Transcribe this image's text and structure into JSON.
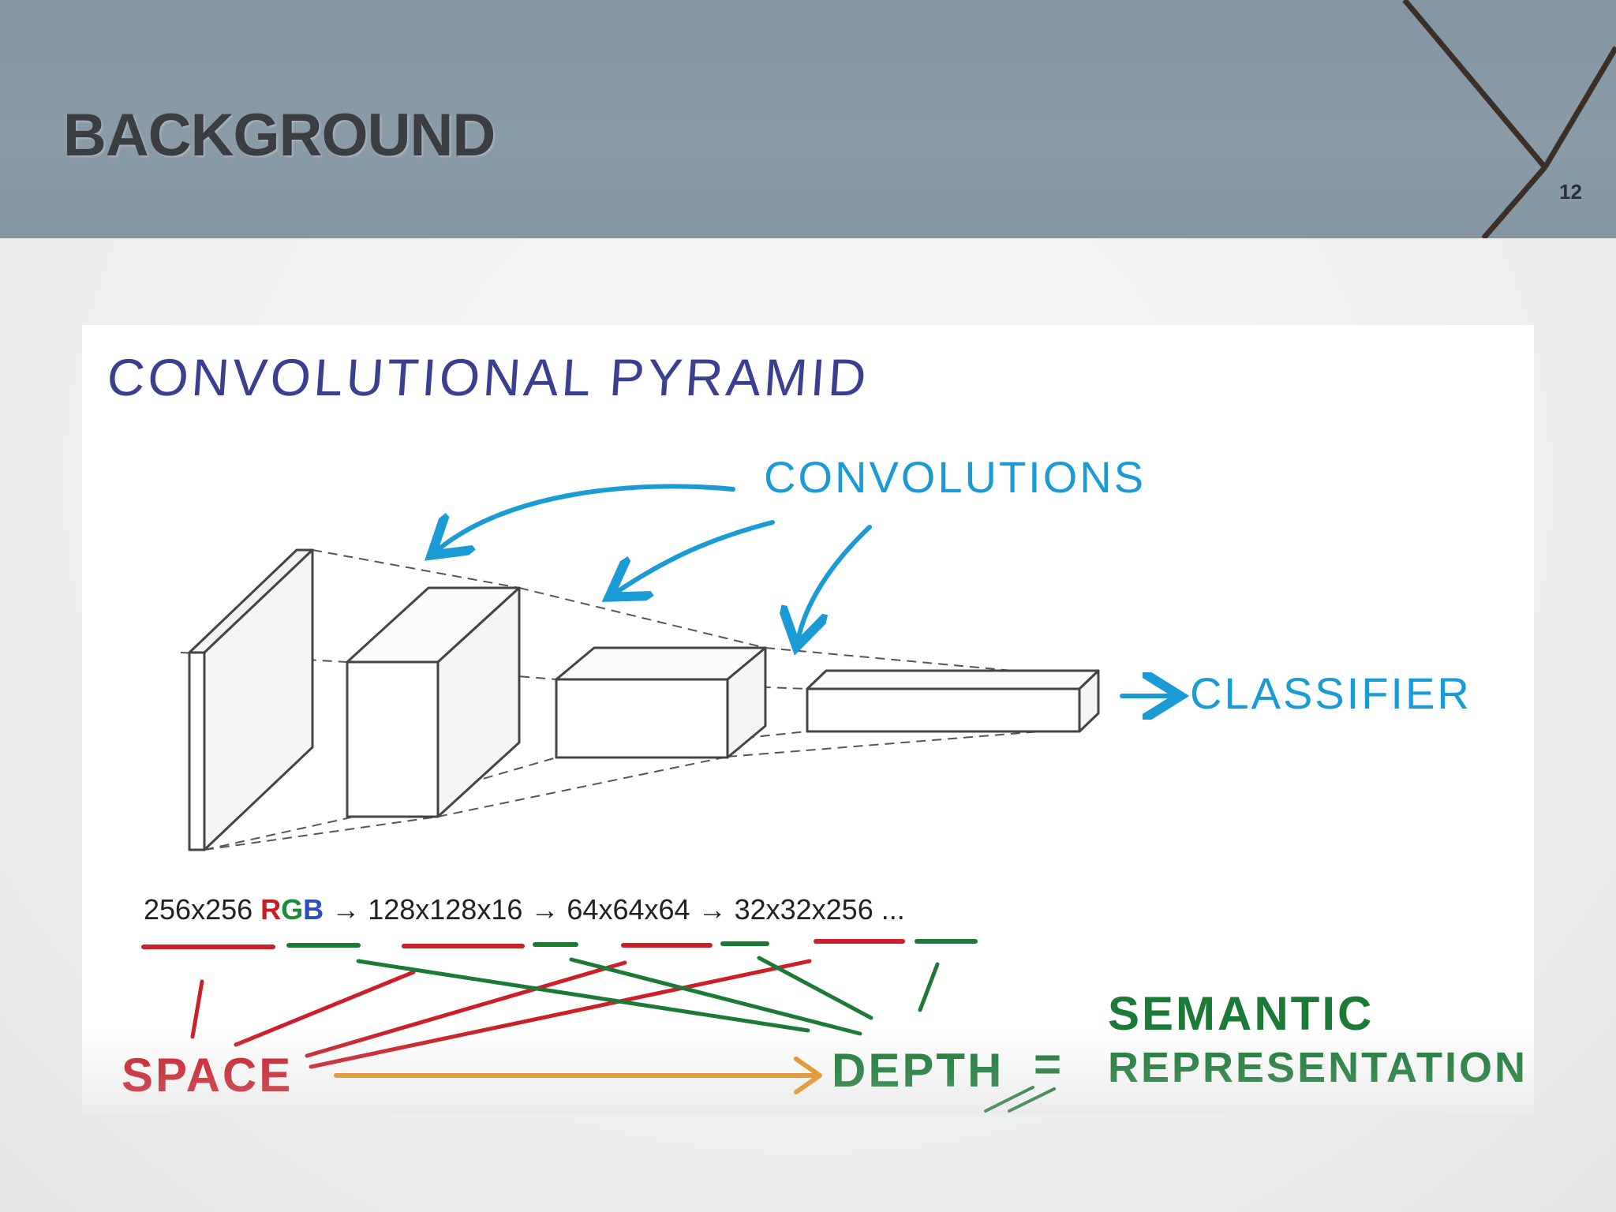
{
  "slide": {
    "title": "BACKGROUND",
    "page_number": "12"
  },
  "figure": {
    "heading": "CONVOLUTIONAL PYRAMID",
    "convolutions_label": "CONVOLUTIONS",
    "classifier_label": "CLASSIFIER",
    "dims": {
      "d1": "256x256",
      "rgb_r": "R",
      "rgb_g": "G",
      "rgb_b": "B",
      "arrow1": "→",
      "d2": "128x128x16",
      "arrow2": "→",
      "d3": "64x64x64",
      "arrow3": "→",
      "d4": "32x32x256",
      "ellipsis": "..."
    },
    "space_label": "SPACE",
    "depth_label": "DEPTH",
    "equals": "=",
    "semantic_line1": "SEMANTIC",
    "semantic_line2": "REPRESENTATION"
  },
  "colors": {
    "header_bg": "#8798a5",
    "title_text": "#3a3d41",
    "handwriting_blue": "#1a9bd6",
    "handwriting_navy": "#3a3f8f",
    "space_red": "#cc1f2a",
    "depth_green": "#1b7a36",
    "arrow_orange": "#e8921e"
  }
}
